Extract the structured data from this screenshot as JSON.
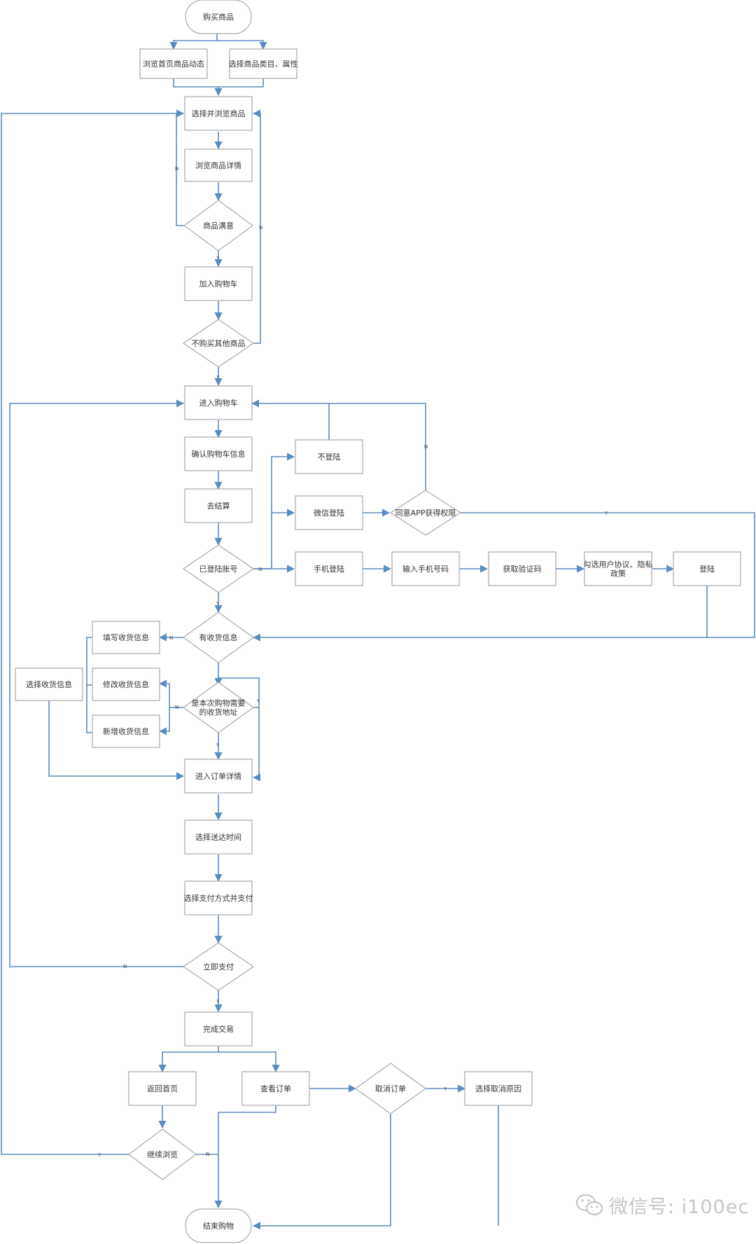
{
  "colors": {
    "edge": "#5b8cc0",
    "border": "#a8a8a8",
    "text": "#333333",
    "watermark": "#c6c6c6"
  },
  "nodes": [
    {
      "id": "start",
      "label": "购买商品",
      "shape": "terminal"
    },
    {
      "id": "browse_home",
      "label": "浏览首页商品动态",
      "shape": "process"
    },
    {
      "id": "select_category",
      "label": "选择商品类目、属性",
      "shape": "process"
    },
    {
      "id": "select_browse",
      "label": "选择并浏览商品",
      "shape": "process"
    },
    {
      "id": "browse_detail",
      "label": "浏览商品详情",
      "shape": "process"
    },
    {
      "id": "satisfied",
      "label": "商品满意",
      "shape": "decision"
    },
    {
      "id": "add_cart",
      "label": "加入购物车",
      "shape": "process"
    },
    {
      "id": "no_more",
      "label": "不购买其他商品",
      "shape": "decision"
    },
    {
      "id": "enter_cart",
      "label": "进入购物车",
      "shape": "process"
    },
    {
      "id": "confirm_cart",
      "label": "确认购物车信息",
      "shape": "process"
    },
    {
      "id": "checkout",
      "label": "去结算",
      "shape": "process"
    },
    {
      "id": "logged_in",
      "label": "已登陆账号",
      "shape": "decision"
    },
    {
      "id": "no_login",
      "label": "不登陆",
      "shape": "process"
    },
    {
      "id": "wechat_login",
      "label": "微信登陆",
      "shape": "process"
    },
    {
      "id": "agree_app",
      "label": "同意APP获得权限",
      "shape": "decision"
    },
    {
      "id": "phone_login",
      "label": "手机登陆",
      "shape": "process"
    },
    {
      "id": "input_phone",
      "label": "输入手机号码",
      "shape": "process"
    },
    {
      "id": "get_code",
      "label": "获取验证码",
      "shape": "process"
    },
    {
      "id": "agree_policy",
      "label": "勾选用户协议、隐私政策",
      "lines": [
        "勾选用户协议、隐私",
        "政策"
      ],
      "shape": "process"
    },
    {
      "id": "login",
      "label": "登陆",
      "shape": "process"
    },
    {
      "id": "has_address",
      "label": "有收货信息",
      "shape": "decision"
    },
    {
      "id": "fill_address",
      "label": "填写收货信息",
      "shape": "process"
    },
    {
      "id": "select_address",
      "label": "选择收货信息",
      "shape": "process"
    },
    {
      "id": "modify_address",
      "label": "修改收货信息",
      "shape": "process"
    },
    {
      "id": "is_needed",
      "label": "是本次购物需要的收货地址",
      "lines": [
        "是本次购物需要",
        "的收货地址"
      ],
      "shape": "decision"
    },
    {
      "id": "new_address",
      "label": "新增收货信息",
      "shape": "process"
    },
    {
      "id": "order_detail",
      "label": "进入订单详情",
      "shape": "process"
    },
    {
      "id": "delivery_time",
      "label": "选择送达时间",
      "shape": "process"
    },
    {
      "id": "pay",
      "label": "选择支付方式并支付",
      "shape": "process"
    },
    {
      "id": "pay_now",
      "label": "立即支付",
      "shape": "decision"
    },
    {
      "id": "done",
      "label": "完成交易",
      "shape": "process"
    },
    {
      "id": "home",
      "label": "返回首页",
      "shape": "process"
    },
    {
      "id": "view_order",
      "label": "查看订单",
      "shape": "process"
    },
    {
      "id": "cancel_order",
      "label": "取消订单",
      "shape": "decision"
    },
    {
      "id": "cancel_reason",
      "label": "选择取消原因",
      "shape": "process"
    },
    {
      "id": "continue",
      "label": "继续浏览",
      "shape": "decision"
    },
    {
      "id": "end",
      "label": "结束购物",
      "shape": "terminal"
    }
  ],
  "edge_labels": {
    "satisfied_no": "N",
    "satisfied_yes": "Y",
    "no_more_no": "N",
    "no_more_yes": "Y",
    "logged_in_no": "N",
    "logged_in_yes": "Y",
    "agree_no": "N",
    "agree_yes": "Y",
    "has_address_no": "N",
    "is_needed_no": "N",
    "is_needed_yes": "Y",
    "is_needed_down": "Y",
    "pay_now_no": "N",
    "pay_now_yes": "Y",
    "cancel_yes": "Y",
    "continue_yes": "Y",
    "continue_no": "N"
  },
  "watermark": {
    "text": "微信号: i100ec",
    "icon": "wechat-icon"
  }
}
